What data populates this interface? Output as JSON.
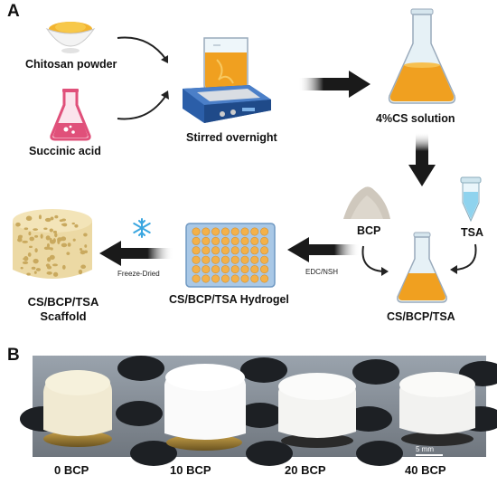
{
  "panel_a": {
    "letter": "A",
    "chitosan_label": "Chitosan powder",
    "succinic_label": "Succinic acid",
    "stirred_label": "Stirred overnight",
    "solution_label": "4%CS solution",
    "bcp_label": "BCP",
    "tsa_label": "TSA",
    "mixture_label": "CS/BCP/TSA",
    "crosslink_label": "EDC/NSH",
    "hydrogel_label": "CS/BCP/TSA Hydrogel",
    "freeze_label": "Freeze-Dried",
    "scaffold_line1": "CS/BCP/TSA",
    "scaffold_line2": "Scaffold"
  },
  "panel_b": {
    "letter": "B",
    "scale_label": "5 mm",
    "samples": [
      {
        "label": "0 BCP"
      },
      {
        "label": "10 BCP"
      },
      {
        "label": "20 BCP"
      },
      {
        "label": "40 BCP"
      }
    ]
  },
  "colors": {
    "solution": "#f0a020",
    "flask_glass": "#dfeef4",
    "stirrer": "#2b5ea8",
    "powder_pile": "#cfc8bd",
    "tsa_liquid": "#8fd3ee",
    "scaffold": "#ecd9a4",
    "plate": "#a9c8e6",
    "plate_wells": "#f3b14a",
    "arrow": "#1a1a1a",
    "snowflake": "#3aa6e0",
    "flask_pink": "#e0507a"
  }
}
